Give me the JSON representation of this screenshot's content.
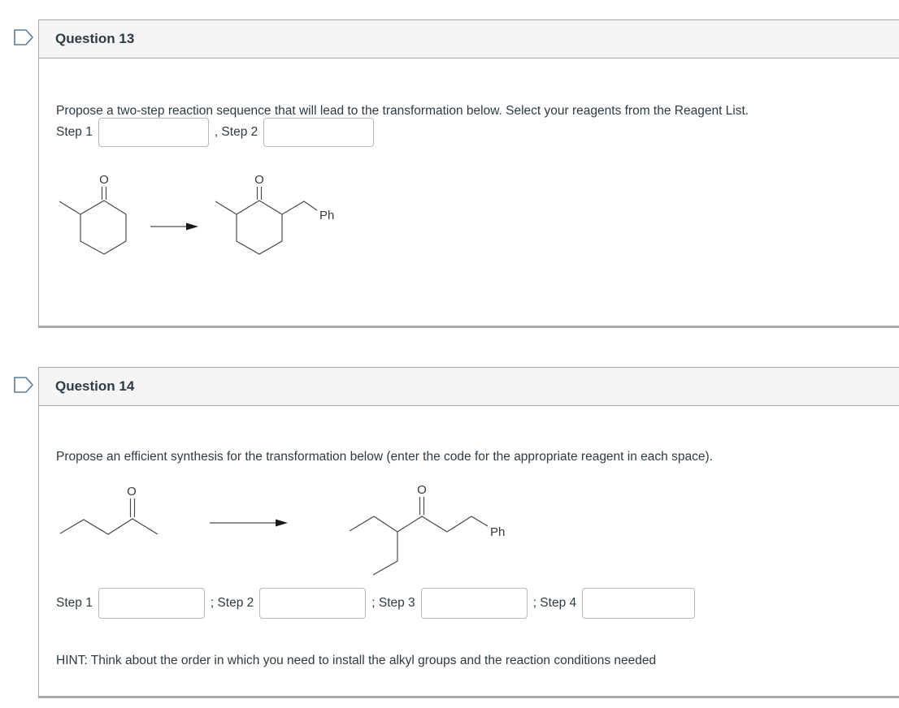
{
  "colors": {
    "card_border": "#a9a9a9",
    "header_background": "#f5f5f5",
    "body_text": "#2d3b45",
    "input_border": "#b8b8b8",
    "flag_icon_stroke": "#5f7d95",
    "structure_stroke": "#4a4a4a",
    "arrow_shaft": "#6b6b6b",
    "arrow_head": "#1a1a1a"
  },
  "question13": {
    "title": "Question 13",
    "prompt": "Propose a two-step reaction sequence that will lead to the transformation below.  Select your reagents from the Reagent List.",
    "step1_label": "Step 1",
    "step2_label": ", Step 2",
    "step1_value": "",
    "step2_value": "",
    "scheme": {
      "o_reactant": "O",
      "o_product": "O",
      "ph_label": "Ph"
    }
  },
  "question14": {
    "title": "Question 14",
    "prompt": "Propose an efficient synthesis for the transformation below (enter the code for the appropriate reagent in each space).",
    "step1_label": "Step 1",
    "step2_label": "; Step 2",
    "step3_label": "; Step 3",
    "step4_label": "; Step 4",
    "step1_value": "",
    "step2_value": "",
    "step3_value": "",
    "step4_value": "",
    "hint": "HINT: Think about the order in which you need to install the alkyl groups and the reaction conditions needed",
    "scheme": {
      "o_reactant": "O",
      "o_product": "O",
      "ph_label": "Ph"
    }
  }
}
